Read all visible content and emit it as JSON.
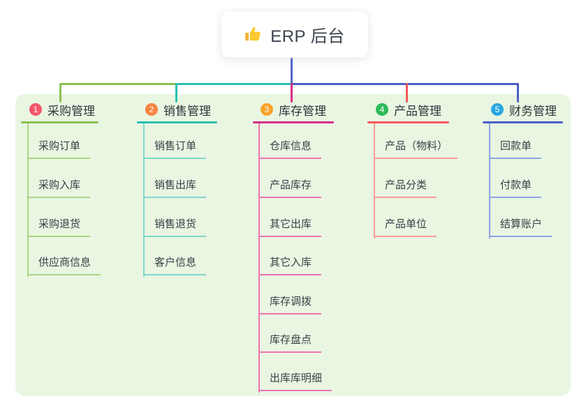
{
  "root": {
    "icon": "thumbs-up-icon",
    "title": "ERP 后台"
  },
  "colors": {
    "canvas_bg": "#ffffff",
    "panel_bg": "#e9f6e2",
    "root_connector": "#5565c8",
    "text_dark": "#2f343a",
    "text_child": "#3a4046"
  },
  "branches": [
    {
      "badge": "1",
      "label": "采购管理",
      "color": "#8cc152",
      "child_color": "#a9d583",
      "badge_color": "#f4566a",
      "children": [
        "采购订单",
        "采购入库",
        "采购退货",
        "供应商信息"
      ]
    },
    {
      "badge": "2",
      "label": "销售管理",
      "color": "#27c2b2",
      "child_color": "#7ed8cc",
      "badge_color": "#f7833f",
      "children": [
        "销售订单",
        "销售出库",
        "销售退货",
        "客户信息"
      ]
    },
    {
      "badge": "3",
      "label": "库存管理",
      "color": "#d62e87",
      "child_color": "#ef74af",
      "badge_color": "#f9a42a",
      "children": [
        "仓库信息",
        "产品库存",
        "其它出库",
        "其它入库",
        "库存调拨",
        "库存盘点",
        "出库库明细"
      ]
    },
    {
      "badge": "4",
      "label": "产品管理",
      "color": "#f4585c",
      "child_color": "#fa9d97",
      "badge_color": "#2fba58",
      "children": [
        "产品（物料）",
        "产品分类",
        "产品单位"
      ]
    },
    {
      "badge": "5",
      "label": "财务管理",
      "color": "#4a5fc8",
      "child_color": "#8fa3e2",
      "badge_color": "#2ba7e0",
      "children": [
        "回款单",
        "付款单",
        "结算账户"
      ]
    }
  ]
}
